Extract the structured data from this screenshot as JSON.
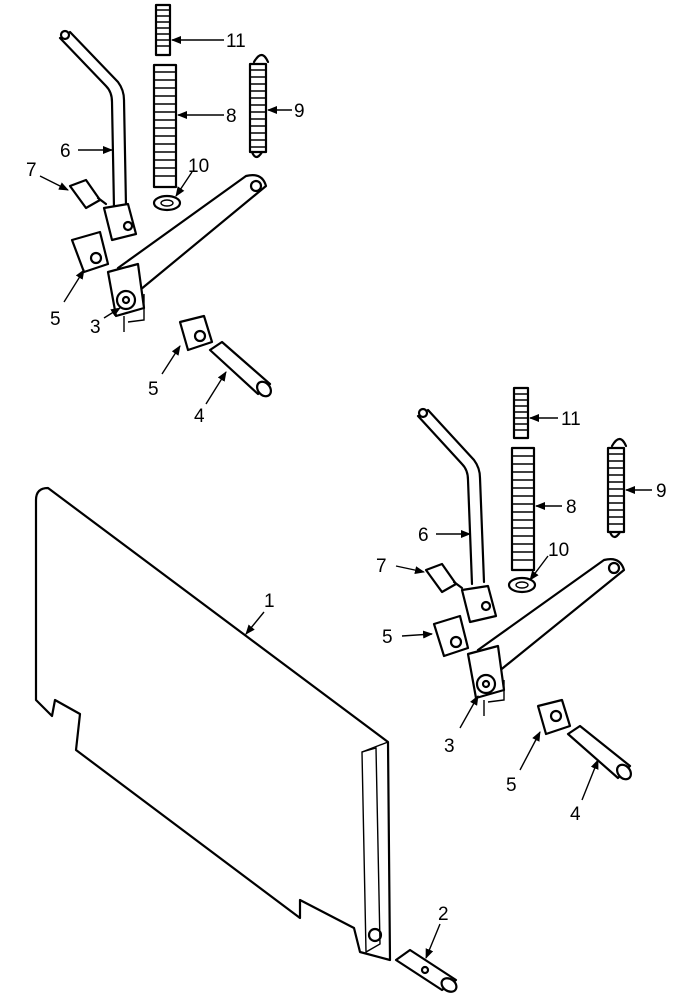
{
  "callouts": {
    "a": {
      "11": "11",
      "8": "8",
      "9": "9",
      "6": "6",
      "7": "7",
      "10": "10",
      "5a": "5",
      "5b": "5",
      "3": "3",
      "4": "4"
    },
    "b": {
      "11": "11",
      "8": "8",
      "9": "9",
      "6": "6",
      "7": "7",
      "10": "10",
      "5a": "5",
      "5b": "5",
      "3": "3",
      "4": "4"
    },
    "panel": {
      "1": "1",
      "2": "2"
    }
  }
}
